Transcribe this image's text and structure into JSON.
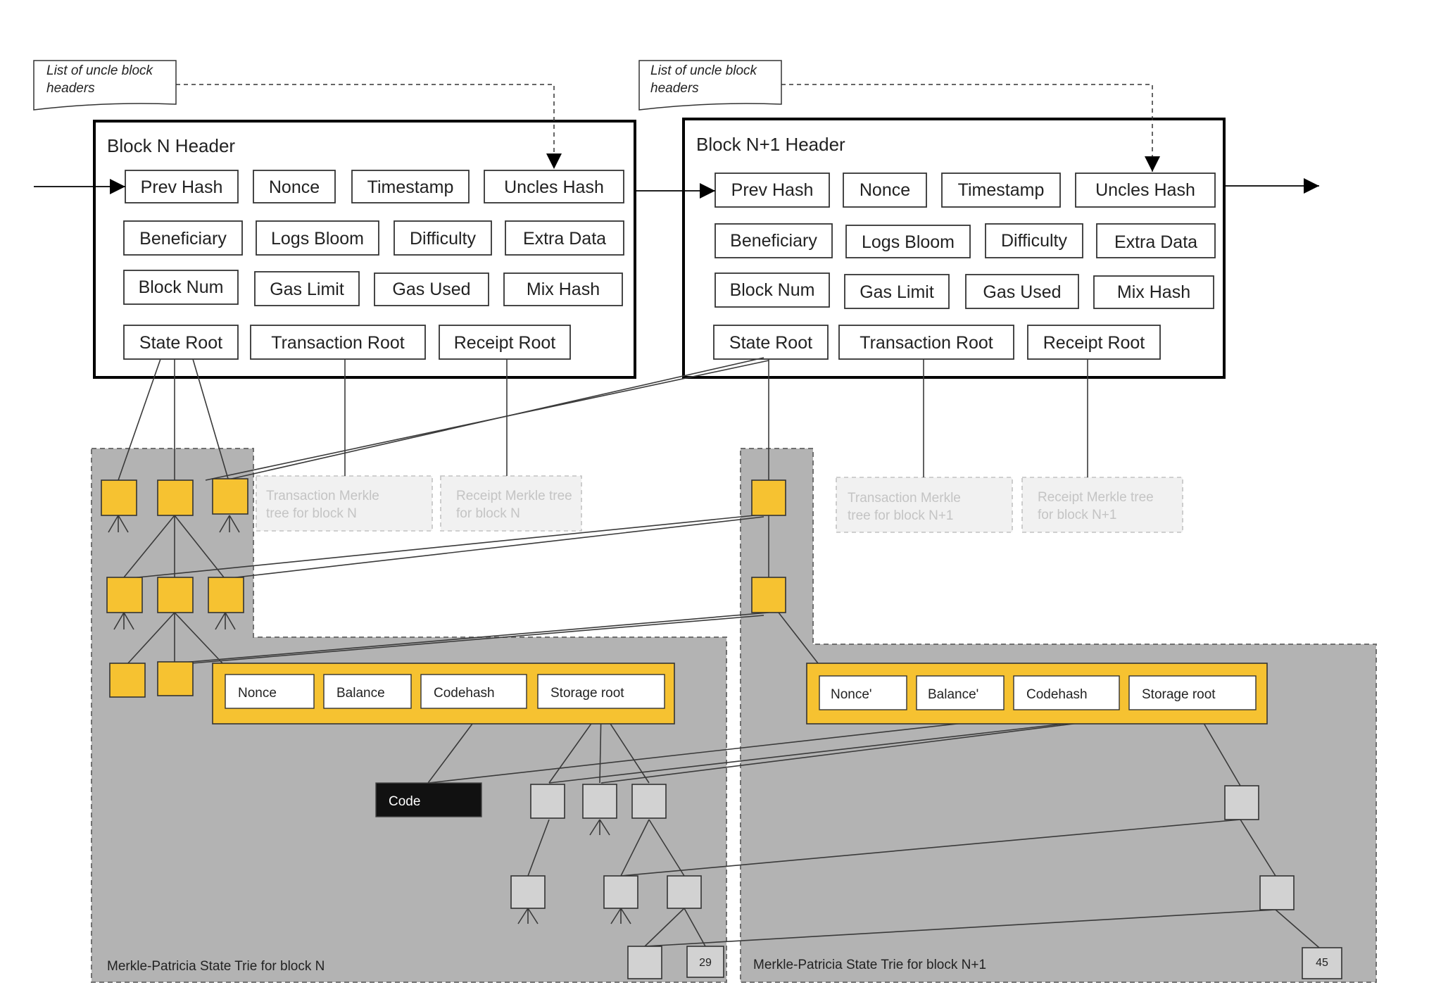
{
  "notes": {
    "uncle_left": [
      "List of uncle block",
      "headers"
    ],
    "uncle_right": [
      "List of uncle block",
      "headers"
    ]
  },
  "block_n": {
    "title": "Block N Header",
    "fields": {
      "prev_hash": "Prev Hash",
      "nonce": "Nonce",
      "timestamp": "Timestamp",
      "uncles_hash": "Uncles Hash",
      "beneficiary": "Beneficiary",
      "logs_bloom": "Logs Bloom",
      "difficulty": "Difficulty",
      "extra_data": "Extra Data",
      "block_num": "Block Num",
      "gas_limit": "Gas Limit",
      "gas_used": "Gas Used",
      "mix_hash": "Mix Hash",
      "state_root": "State Root",
      "transaction_root": "Transaction Root",
      "receipt_root": "Receipt Root"
    }
  },
  "block_n1": {
    "title": "Block N+1 Header",
    "fields": {
      "prev_hash": "Prev Hash",
      "nonce": "Nonce",
      "timestamp": "Timestamp",
      "uncles_hash": "Uncles Hash",
      "beneficiary": "Beneficiary",
      "logs_bloom": "Logs Bloom",
      "difficulty": "Difficulty",
      "extra_data": "Extra Data",
      "block_num": "Block Num",
      "gas_limit": "Gas Limit",
      "gas_used": "Gas Used",
      "mix_hash": "Mix Hash",
      "state_root": "State Root",
      "transaction_root": "Transaction Root",
      "receipt_root": "Receipt Root"
    }
  },
  "ghost_trees": {
    "tx_n": [
      "Transaction Merkle",
      "tree for block N"
    ],
    "receipt_n": [
      "Receipt Merkle tree",
      "for block N"
    ],
    "tx_n1": [
      "Transaction Merkle",
      "tree for block N+1"
    ],
    "receipt_n1": [
      "Receipt Merkle tree",
      "for block N+1"
    ]
  },
  "account_n": {
    "nonce": "Nonce",
    "balance": "Balance",
    "codehash": "Codehash",
    "storage_root": "Storage root"
  },
  "account_n1": {
    "nonce": "Nonce'",
    "balance": "Balance'",
    "codehash": "Codehash",
    "storage_root": "Storage root"
  },
  "code_label": "Code",
  "leaves": {
    "leaf_n": "29",
    "leaf_n1": "45"
  },
  "regions": {
    "state_trie_n": "Merkle-Patricia  State  Trie  for block  N",
    "state_trie_n1": "Merkle-Patricia  State  Trie  for block  N+1"
  },
  "colors": {
    "trie_node": "#f6c231",
    "region_fill": "#b3b3b3",
    "storage_node": "#d2d2d2",
    "code_block": "#111111"
  }
}
